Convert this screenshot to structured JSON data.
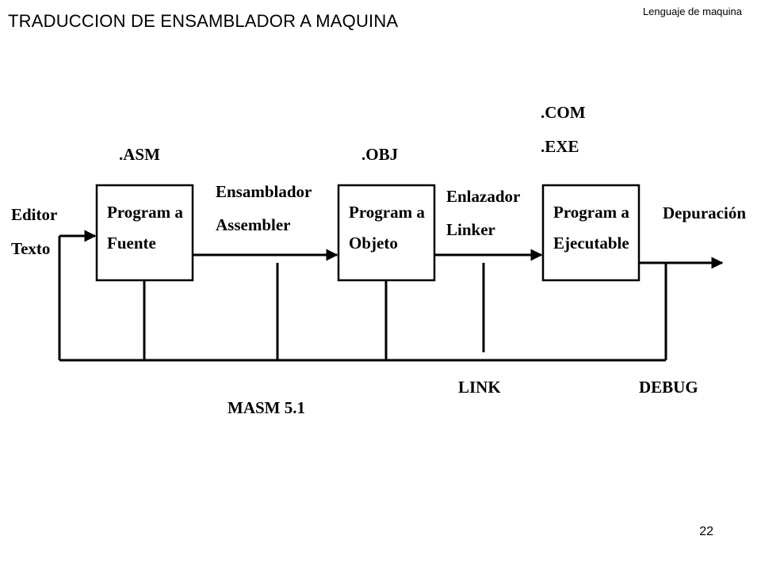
{
  "slide": {
    "title": "TRADUCCION DE ENSAMBLADOR A MAQUINA",
    "header_note": "Lenguaje de maquina",
    "page_number": "22"
  },
  "diagram": {
    "input_label": [
      "Editor",
      "Texto"
    ],
    "output_label": "Depuración",
    "boxes": [
      {
        "ext": [
          ".ASM"
        ],
        "lines": [
          "Program a",
          "Fuente"
        ]
      },
      {
        "ext": [
          ".OBJ"
        ],
        "lines": [
          "Program a",
          "Objeto"
        ]
      },
      {
        "ext": [
          ".COM",
          ".EXE"
        ],
        "lines": [
          "Program a",
          "Ejecutable"
        ]
      }
    ],
    "steps": [
      {
        "lines": [
          "Ensamblador",
          "Assembler"
        ]
      },
      {
        "lines": [
          "Enlazador",
          "Linker"
        ]
      }
    ],
    "tools": {
      "masm": "MASM 5.1",
      "link": "LINK",
      "debug": "DEBUG"
    }
  }
}
